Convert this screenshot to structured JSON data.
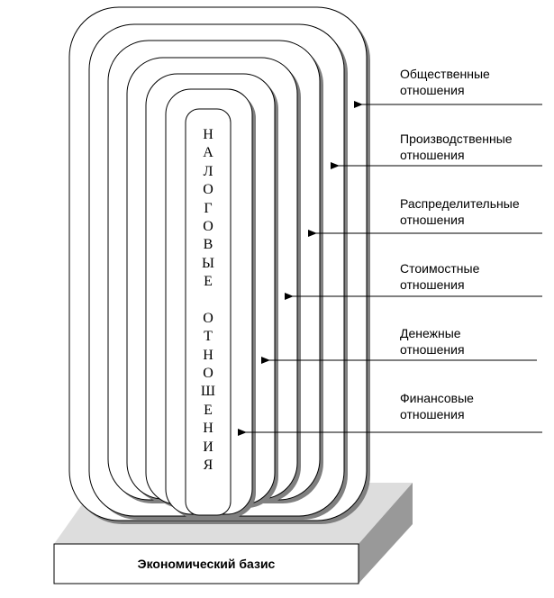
{
  "diagram": {
    "center_label": "НАЛОГОВЫЕ ОТНОШЕНИЯ",
    "center_letters": [
      "Н",
      "А",
      "Л",
      "О",
      "Г",
      "О",
      "В",
      "Ы",
      "Е",
      " ",
      "О",
      "Т",
      "Н",
      "О",
      "Ш",
      "Е",
      "Н",
      "И",
      "Я"
    ],
    "layers": [
      {
        "line1": "Общественные",
        "line2": "отношения"
      },
      {
        "line1": "Производственные",
        "line2": "отношения"
      },
      {
        "line1": "Распределительные",
        "line2": "отношения"
      },
      {
        "line1": "Стоимостные",
        "line2": "отношения"
      },
      {
        "line1": "Денежные",
        "line2": "отношения"
      },
      {
        "line1": "Финансовые",
        "line2": "отношения"
      }
    ],
    "base_label": "Экономический базис"
  },
  "colors": {
    "shadow": "#808080",
    "base_top": "#dddddd",
    "base_side": "#999999"
  }
}
